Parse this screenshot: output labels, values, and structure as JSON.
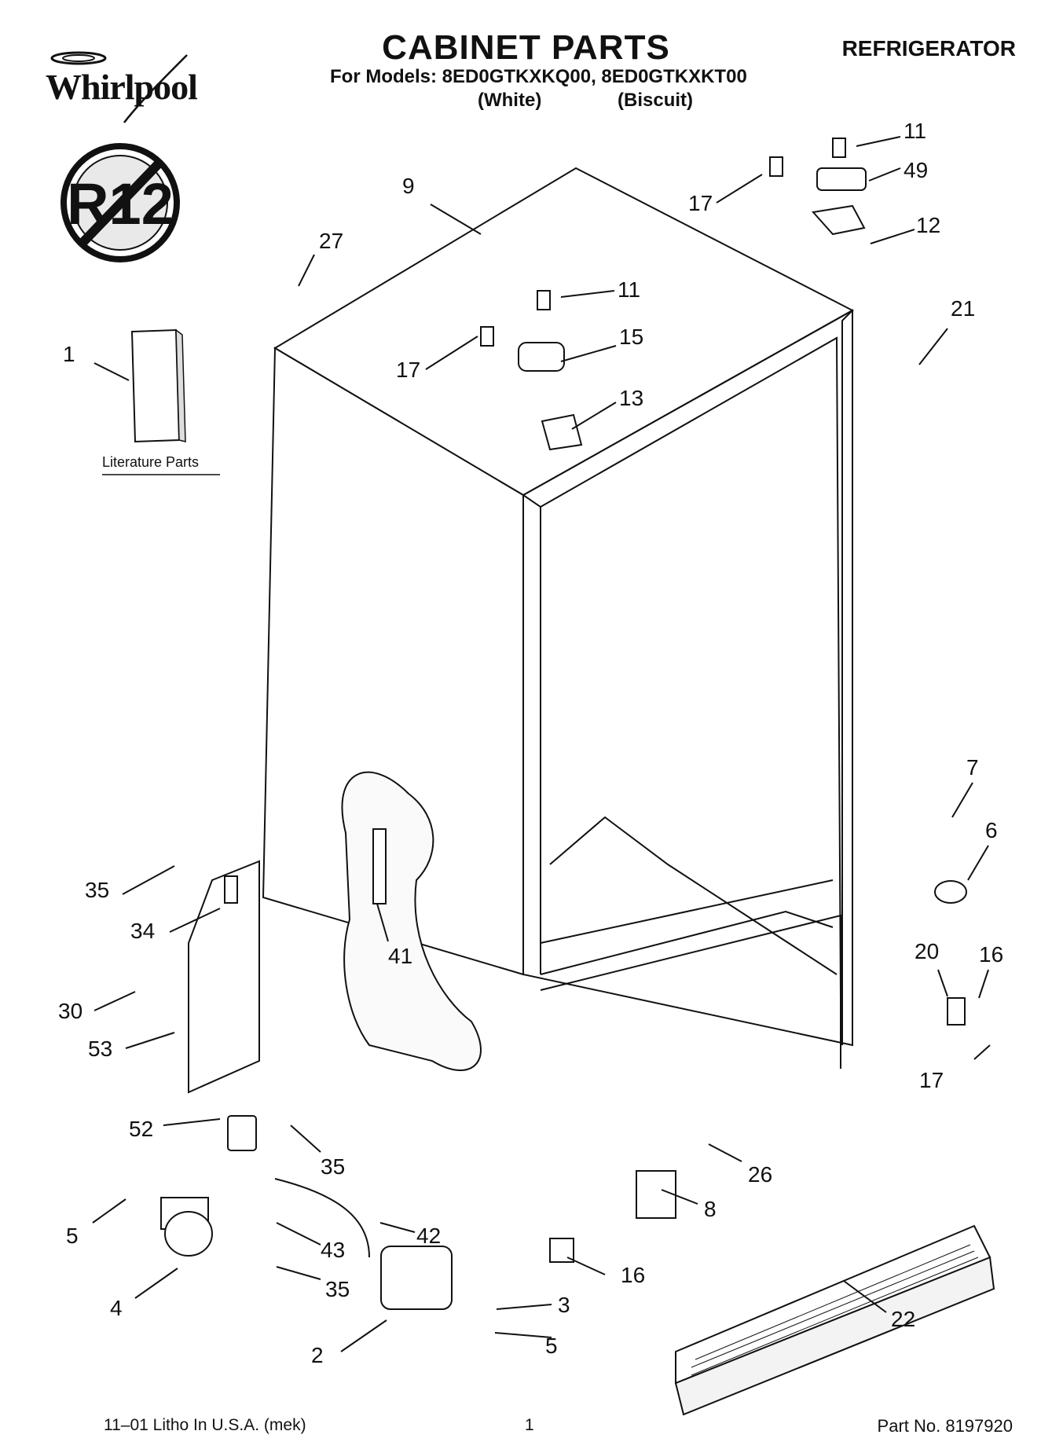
{
  "header": {
    "brand": "Whirlpool",
    "title": "CABINET PARTS",
    "product": "REFRIGERATOR",
    "models_line": "For Models: 8ED0GTKXKQ00, 8ED0GTKXKT00",
    "color_white": "(White)",
    "color_biscuit": "(Biscuit)",
    "r12_badge": "R12"
  },
  "literature": {
    "label": "Literature Parts"
  },
  "callouts": {
    "c9": "9",
    "c27": "27",
    "c1": "1",
    "c11a": "11",
    "c17a": "17",
    "c15": "15",
    "c13": "13",
    "c11b": "11",
    "c17b": "17",
    "c49": "49",
    "c12": "12",
    "c21": "21",
    "c7": "7",
    "c6": "6",
    "c20": "20",
    "c16a": "16",
    "c17c": "17",
    "c35a": "35",
    "c34": "34",
    "c41": "41",
    "c30": "30",
    "c53": "53",
    "c52": "52",
    "c35b": "35",
    "c26": "26",
    "c5a": "5",
    "c42": "42",
    "c43": "43",
    "c8": "8",
    "c4": "4",
    "c35c": "35",
    "c16b": "16",
    "c3": "3",
    "c5b": "5",
    "c2": "2",
    "c22": "22"
  },
  "footer": {
    "litho": "11–01 Litho In U.S.A. (mek)",
    "page": "1",
    "part_no": "Part No. 8197920"
  }
}
